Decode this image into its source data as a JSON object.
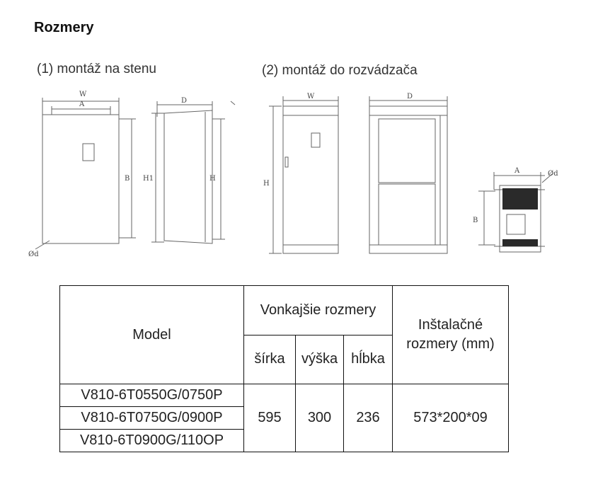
{
  "page": {
    "title": "Rozmery"
  },
  "sections": {
    "wall": "(1) montáž na stenu",
    "cabinet": "(2) montáž do rozvádzača"
  },
  "labels": {
    "W": "W",
    "A": "A",
    "B": "B",
    "D": "D",
    "H": "H",
    "H1": "H1",
    "d": "Ød"
  },
  "table": {
    "model_header": "Model",
    "outer_header": "Vonkajšie rozmery",
    "install_header": "Inštalačné rozmery (mm)",
    "sub_headers": {
      "width": "šírka",
      "height": "výška",
      "depth": "hĺbka"
    },
    "models": [
      "V810-6T0550G/0750P",
      "V810-6T0750G/0900P",
      "V810-6T0900G/110OP"
    ],
    "width": "595",
    "height": "300",
    "depth": "236",
    "install": "573*200*09"
  },
  "colors": {
    "line": "#555555",
    "text": "#111111",
    "dark_panel": "#2a2a2a"
  }
}
